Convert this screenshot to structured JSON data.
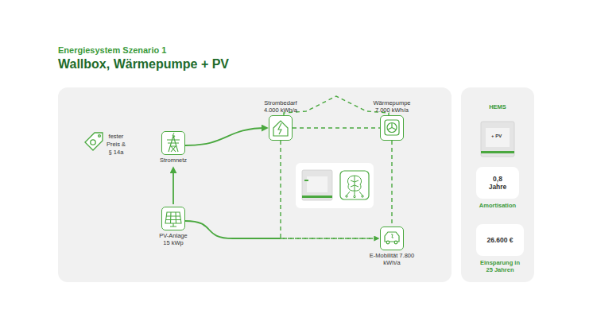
{
  "diagram": {
    "title": "Energiesystem Szenario 1",
    "nodes": [
      {
        "text": [
          "fester Preis & § 14a"
        ]
      },
      {
        "text": [
          "Stromnetz"
        ]
      },
      {
        "text": [
          "PV-Anlage 15 kWp"
        ]
      },
      {
        "text": [
          "Strombedarf 4.000 kWh/a"
        ]
      },
      {
        "text": [
          "Wärmepumpe 7.000 kWh/a"
        ]
      },
      {
        "text": [
          "E-Mobilität 7.800 kWh/a"
        ]
      },
      {
        "text": [
          "HEMS"
        ]
      },
      {
        "text": [
          "0,8 Jahre",
          "Amortisation"
        ],
        "in": 6
      },
      {
        "text": [
          "26.600 €",
          "Einsparung in 25 Jahren"
        ],
        "in": 6
      }
    ],
    "edges": [
      {
        "from": 1,
        "to": 3,
        "arrow": "to"
      },
      {
        "from": 2,
        "to": 1,
        "arrow": "to"
      },
      {
        "from": 2,
        "to": 5,
        "arrow": "to"
      },
      {
        "from": 3,
        "to": 4,
        "arrow": "none"
      },
      {
        "from": 3,
        "to": 4,
        "arrow": "none"
      },
      {
        "from": 3,
        "to": 5,
        "arrow": "none"
      },
      {
        "from": 4,
        "to": 5,
        "arrow": "none"
      }
    ],
    "labels": [
      "Wallbox, Wärmepumpe + PV",
      "+ PV"
    ]
  }
}
